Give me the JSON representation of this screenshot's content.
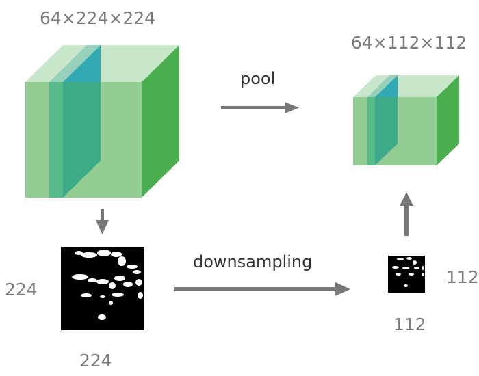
{
  "diagram": {
    "large_tensor": {
      "label": "64×224×224"
    },
    "small_tensor": {
      "label": "64×112×112"
    },
    "pool_arrow": {
      "label": "pool"
    },
    "downsample_arrow": {
      "label": "downsampling"
    },
    "large_mask": {
      "height_label": "224",
      "width_label": "224"
    },
    "small_mask": {
      "height_label": "112",
      "width_label": "112"
    },
    "colors": {
      "front_face": "#93cd94",
      "top_face": "#c8e6ca",
      "side_face": "#4aae4f",
      "slice_strip": "#55bb8a",
      "slice_face": "#3dab88",
      "slice_top": "#33a9b4",
      "slice_top_light": "#97d1bb",
      "arrow": "#777777",
      "text": "#7a7a7a"
    }
  }
}
